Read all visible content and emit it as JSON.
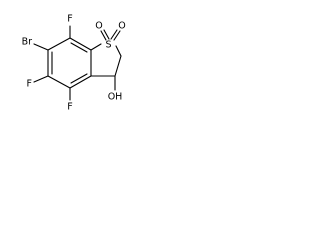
{
  "molecule": {
    "atoms": {
      "br": "Br",
      "f_top": "F",
      "f_mid": "F",
      "f_bottom": "F",
      "s": "S",
      "o_left": "O",
      "o_right": "O",
      "oh": "OH"
    }
  }
}
